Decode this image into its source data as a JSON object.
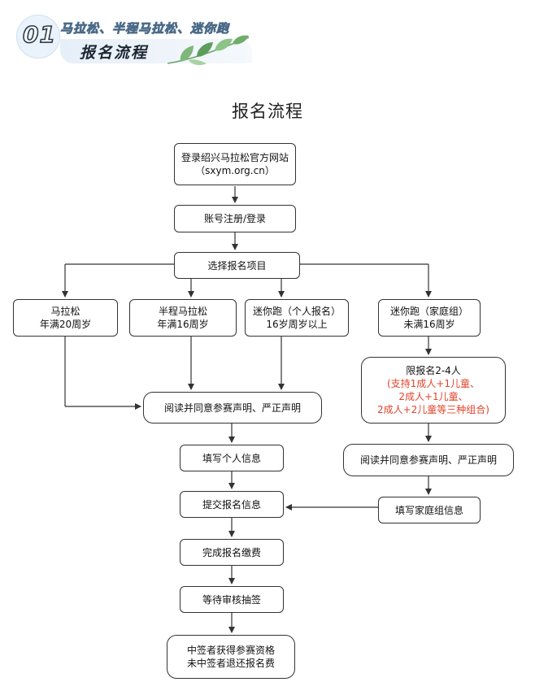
{
  "header": {
    "badge_number": "01",
    "subtitle": "马拉松、半程马拉松、迷你跑",
    "title": "报名流程",
    "leaf-icon": "leaf-icon"
  },
  "heading": "报名流程",
  "flow": {
    "login": {
      "line1": "登录绍兴马拉松官方网站",
      "line2": "（sxym.org.cn）"
    },
    "register": "账号注册/登录",
    "choose": "选择报名项目",
    "marathon": {
      "line1": "马拉松",
      "line2": "年满20周岁"
    },
    "half": {
      "line1": "半程马拉松",
      "line2": "年满16周岁"
    },
    "mini_personal": {
      "line1": "迷你跑（个人报名）",
      "line2": "16岁周岁以上"
    },
    "mini_family": {
      "line1": "迷你跑（家庭组）",
      "line2": "未满16周岁"
    },
    "limit": {
      "line1": "限报名2-4人",
      "line2": "(支持1成人+1儿童、",
      "line3": "2成人+1儿童、",
      "line4": "2成人+2儿童等三种组合)"
    },
    "agree_left": "阅读并同意参赛声明、严正声明",
    "agree_right": "阅读并同意参赛声明、严正声明",
    "fill_personal": "填写个人信息",
    "fill_family": "填写家庭组信息",
    "submit": "提交报名信息",
    "pay": "完成报名缴费",
    "wait": "等待审核抽签",
    "result": {
      "line1": "中签者获得参赛资格",
      "line2": "未中签者退还报名费"
    }
  },
  "colors": {
    "accent_red": "#e1442b",
    "line": "#333333"
  }
}
